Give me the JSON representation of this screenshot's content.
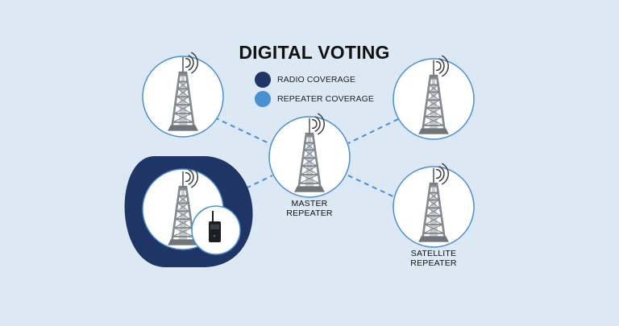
{
  "title": "DIGITAL VOTING",
  "legend": [
    {
      "label": "RADIO COVERAGE",
      "color": "#1f3566"
    },
    {
      "label": "REPEATER COVERAGE",
      "color": "#4a8fd4"
    }
  ],
  "labels": {
    "master": [
      "MASTER",
      "REPEATER"
    ],
    "satellite": [
      "SATELLITE",
      "REPEATER"
    ]
  },
  "colors": {
    "background": "#dce8f4",
    "radio_coverage": "#1f3566",
    "link_line": "#4a8fd4",
    "tower": "#8a8f94"
  },
  "icons": [
    "radio-tower-icon",
    "handheld-radio-icon",
    "signal-waves-icon"
  ]
}
